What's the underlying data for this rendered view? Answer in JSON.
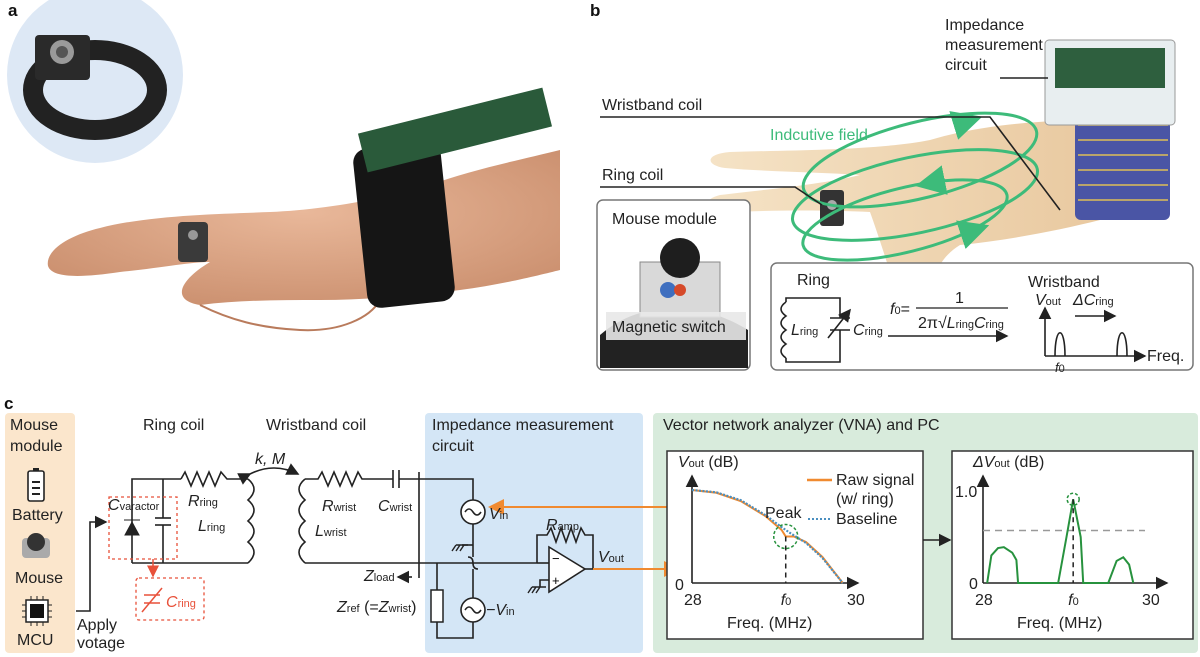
{
  "panel_labels": {
    "a": "a",
    "b": "b",
    "c": "c"
  },
  "colors": {
    "mouse_panel": "#fbe6cc",
    "impedance_panel": "#d4e6f6",
    "vna_panel": "#d8ebdc",
    "signal_orange": "#f08a30",
    "baseline_blue": "#4a8fc0",
    "delta_green": "#27923e",
    "field_green": "#3dbb7a",
    "cring_red": "#e8513a"
  },
  "b": {
    "impedance_circuit": [
      "Impedance",
      "measurement",
      "circuit"
    ],
    "wristband_coil": "Wristband coil",
    "inductive_field": "Indcutive field",
    "ring_coil": "Ring coil",
    "mouse_module": "Mouse module",
    "magnetic_switch": "Magnetic switch",
    "inset": {
      "ring": "Ring",
      "l_ring": {
        "sym": "L",
        "sub": "ring"
      },
      "c_ring": {
        "sym": "C",
        "sub": "ring"
      },
      "f0": {
        "sym": "f",
        "sub": "0"
      },
      "equals": "=",
      "numerator": "1",
      "denominator": "2π√",
      "wristband": "Wristband",
      "vout": {
        "sym": "V",
        "sub": "out"
      },
      "delta_c": {
        "sym": "ΔC",
        "sub": "ring"
      },
      "freq": "Freq."
    }
  },
  "c": {
    "mouse_module": {
      "title": [
        "Mouse",
        "module"
      ],
      "items": [
        {
          "label": "Battery",
          "icon": "battery-icon"
        },
        {
          "label": "Mouse",
          "icon": "trackball-icon"
        },
        {
          "label": "MCU",
          "icon": "chip-icon"
        }
      ]
    },
    "apply_voltage": [
      "Apply",
      "votage"
    ],
    "ring_coil": "Ring coil",
    "wristband_coil": "Wristband coil",
    "impedance_title": [
      "Impedance measurement",
      "circuit"
    ],
    "vna_title": "Vector network analyzer (VNA) and PC",
    "coupling": "k, M",
    "symbols": {
      "r_ring": {
        "sym": "R",
        "sub": "ring"
      },
      "l_ring": {
        "sym": "L",
        "sub": "ring"
      },
      "c_varactor": {
        "sym": "C",
        "sub": "varactor"
      },
      "c_ring": {
        "sym": "C",
        "sub": "ring"
      },
      "r_wrist": {
        "sym": "R",
        "sub": "wrist"
      },
      "c_wrist": {
        "sym": "C",
        "sub": "wrist"
      },
      "l_wrist": {
        "sym": "L",
        "sub": "wrist"
      },
      "v_in": {
        "sym": "V",
        "sub": "in"
      },
      "neg_v_in": {
        "sym": "−V",
        "sub": "in"
      },
      "r_amp": {
        "sym": "R",
        "sub": "amp"
      },
      "v_out": {
        "sym": "V",
        "sub": "out"
      },
      "z_load": {
        "sym": "Z",
        "sub": "load"
      },
      "z_ref": {
        "sym": "Z",
        "sub": "ref",
        "suffix_open": " (=",
        "sym2": "Z",
        "sub2": "wrist",
        "suffix_close": ")"
      }
    },
    "opamp_minus": "−",
    "opamp_plus": "+"
  },
  "chart_data": [
    {
      "type": "line",
      "ylabel": {
        "sym": "V",
        "sub": "out",
        "unit": " (dB)"
      },
      "xlabel": "Freq. (MHz)",
      "x_ticks": [
        "28",
        "f0",
        "30"
      ],
      "x_tick_values": [
        28,
        29.15,
        30
      ],
      "y_ticks": [
        "0"
      ],
      "xlim": [
        28,
        30
      ],
      "ylim": [
        0,
        1.15
      ],
      "annotation": "Peak",
      "annotation_x": 29.15,
      "legend": "top-right",
      "series": [
        {
          "name": "Raw signal (w/ ring)",
          "color": "#f08a30",
          "style": "solid",
          "x": [
            28,
            28.3,
            28.6,
            28.9,
            29.1,
            29.15,
            29.25,
            29.4,
            29.6,
            29.85
          ],
          "y": [
            1.0,
            0.97,
            0.88,
            0.72,
            0.57,
            0.5,
            0.5,
            0.44,
            0.28,
            0
          ]
        },
        {
          "name": "Baseline",
          "color": "#4a8fc0",
          "style": "dotted",
          "x": [
            28,
            28.3,
            28.6,
            28.9,
            29.1,
            29.2,
            29.4,
            29.6,
            29.85
          ],
          "y": [
            1.0,
            0.975,
            0.89,
            0.73,
            0.6,
            0.54,
            0.43,
            0.27,
            0
          ]
        }
      ]
    },
    {
      "type": "line",
      "ylabel": {
        "sym": "ΔV",
        "sub": "out",
        "unit": " (dB)"
      },
      "xlabel": "Freq. (MHz)",
      "x_ticks": [
        "28",
        "f0",
        "30"
      ],
      "x_tick_values": [
        28,
        29.08,
        30
      ],
      "y_ticks": [
        "0",
        "1.0"
      ],
      "y_tick_values": [
        0,
        1.0
      ],
      "xlim": [
        28,
        30
      ],
      "ylim": [
        0,
        1.15
      ],
      "threshold": 0.57,
      "peak_x": 29.08,
      "series": [
        {
          "color": "#27923e",
          "x": [
            28.05,
            28.1,
            28.18,
            28.25,
            28.35,
            28.4,
            28.42,
            28.9,
            29.0,
            29.08,
            29.17,
            29.2,
            29.5,
            29.6,
            29.68,
            29.75,
            29.8
          ],
          "y": [
            0,
            0.3,
            0.38,
            0.39,
            0.33,
            0.25,
            0,
            0,
            0.5,
            0.91,
            0.5,
            0,
            0,
            0.24,
            0.28,
            0.2,
            0
          ]
        }
      ]
    }
  ]
}
